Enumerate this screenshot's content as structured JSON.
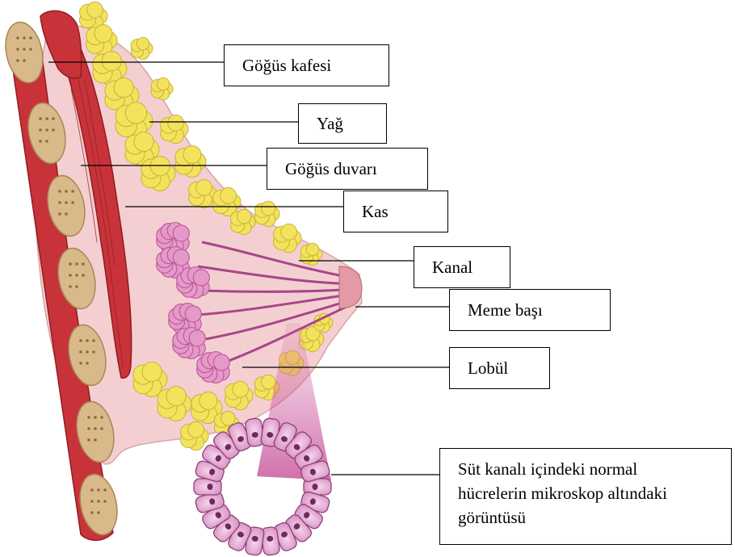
{
  "labels": {
    "gogus_kafesi": "Göğüs kafesi",
    "yag": "Yağ",
    "gogus_duvari": "Göğüs duvarı",
    "kas": "Kas",
    "kanal": "Kanal",
    "meme_basi": "Meme başı",
    "lobul": "Lobül",
    "mikroskop": [
      "Süt kanalı içindeki normal",
      "hücrelerin mikroskop altındaki",
      "görüntüsü"
    ]
  },
  "colors": {
    "muscle": "#c8333a",
    "muscle_dark": "#8f1d23",
    "rib": "#d9b98a",
    "fat": "#f3e25c",
    "fat_outline": "#c7b23a",
    "tissue": "#f2c4c6",
    "lobule": "#c05a9a",
    "lobule_light": "#e49ac9",
    "cell": "#e7b3d6"
  }
}
